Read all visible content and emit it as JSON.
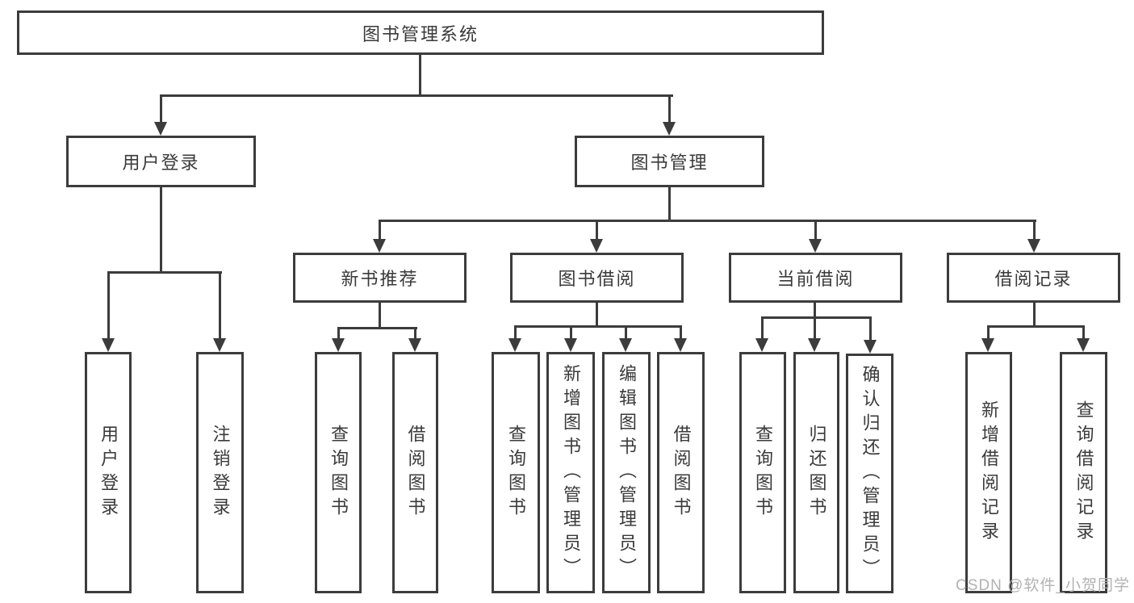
{
  "colors": {
    "line": "#3c3c3c",
    "box_border": "#3c3c3c",
    "text": "#3a3a3a",
    "watermark": "#b2b2b2",
    "background": "#ffffff"
  },
  "tree": {
    "root": {
      "label": "图书管理系统"
    },
    "children": [
      {
        "label": "用户登录",
        "children": [
          {
            "label": "用户登录"
          },
          {
            "label": "注销登录"
          }
        ]
      },
      {
        "label": "图书管理",
        "children": [
          {
            "label": "新书推荐",
            "children": [
              {
                "label": "查询图书"
              },
              {
                "label": "借阅图书"
              }
            ]
          },
          {
            "label": "图书借阅",
            "children": [
              {
                "label": "查询图书"
              },
              {
                "label": "新增图书（管理员）"
              },
              {
                "label": "编辑图书（管理员）"
              },
              {
                "label": "借阅图书"
              }
            ]
          },
          {
            "label": "当前借阅",
            "children": [
              {
                "label": "查询图书"
              },
              {
                "label": "归还图书"
              },
              {
                "label": "确认归还（管理员）"
              }
            ]
          },
          {
            "label": "借阅记录",
            "children": [
              {
                "label": "新增借阅记录"
              },
              {
                "label": "查询借阅记录"
              }
            ]
          }
        ]
      }
    ]
  },
  "watermark": {
    "text": "CSDN @软件_小贺同学"
  }
}
